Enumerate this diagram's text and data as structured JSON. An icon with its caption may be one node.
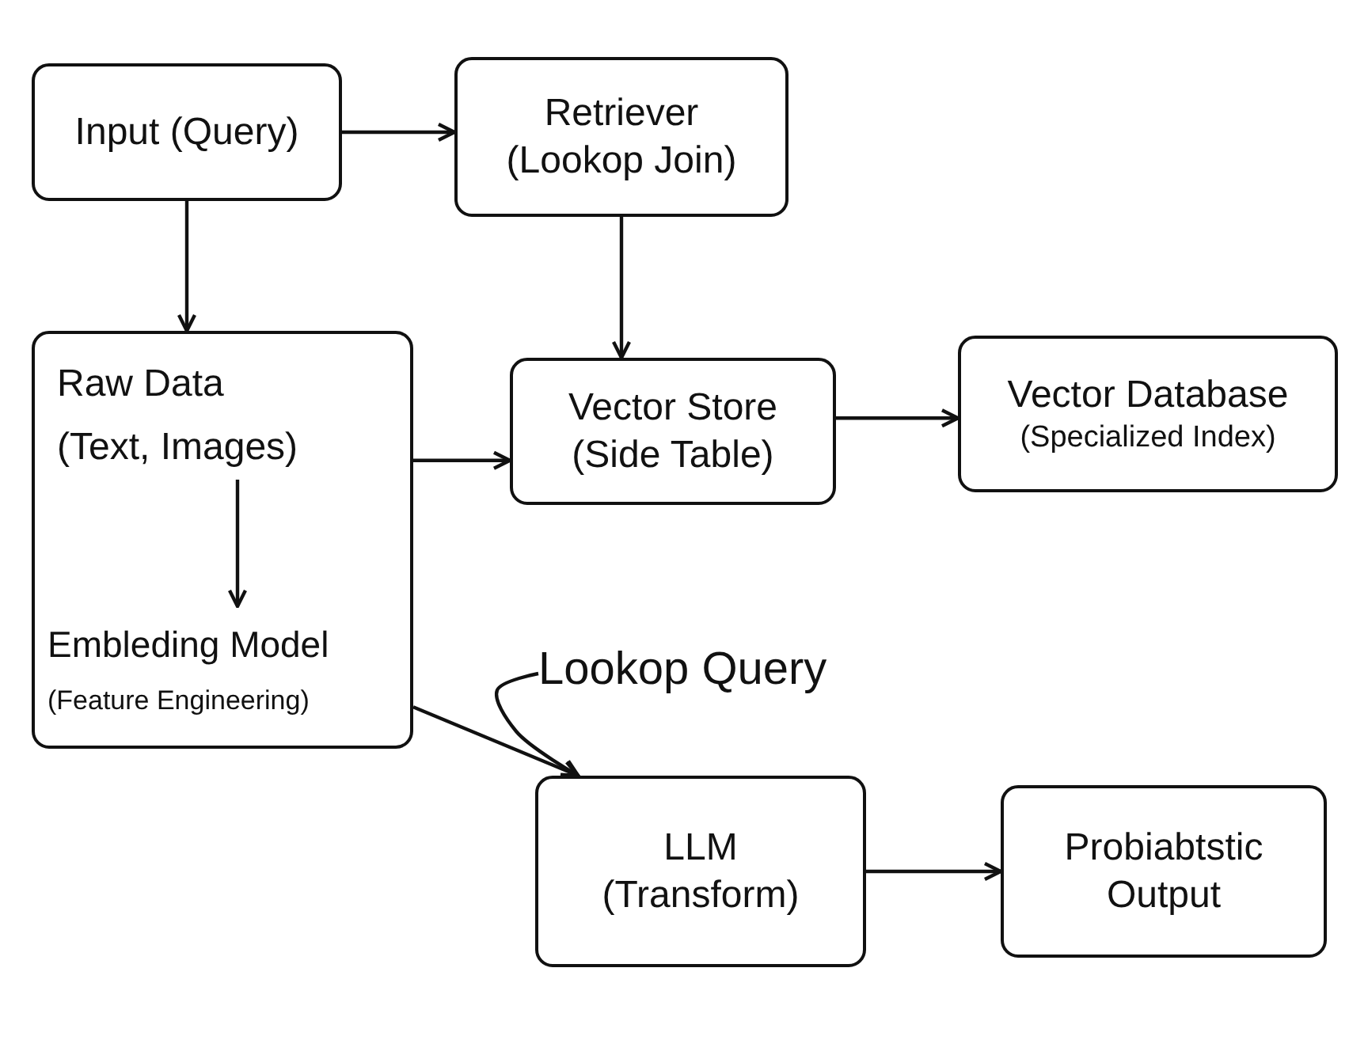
{
  "diagram": {
    "nodes": [
      {
        "text": [
          "Input (Query)"
        ]
      },
      {
        "text": [
          "Retriever",
          "(Lookop Join)"
        ]
      },
      {
        "text": [],
        "shape": "box"
      },
      {
        "text": [
          "Raw Data",
          "(Text, Images)"
        ],
        "in": 2
      },
      {
        "text": [
          "Embleding Model",
          "(Feature Engineering)"
        ],
        "in": 2
      },
      {
        "text": [
          "Vector Store",
          "(Side Table)"
        ]
      },
      {
        "text": [
          "Vector Database",
          "(Specialized Index)"
        ]
      },
      {
        "text": [
          "Lookop Query"
        ]
      },
      {
        "text": [
          "LLM",
          "(Transform)"
        ]
      },
      {
        "text": [
          "Probiabtstic Output"
        ]
      }
    ],
    "edges": [
      {
        "from": 0,
        "to": 1,
        "arrow": "to"
      },
      {
        "from": 0,
        "to": 2,
        "arrow": "to"
      },
      {
        "from": 1,
        "to": 5,
        "arrow": "to"
      },
      {
        "from": 2,
        "to": 5,
        "arrow": "to"
      },
      {
        "from": 5,
        "to": 6,
        "arrow": "to"
      },
      {
        "from": 3,
        "to": 4,
        "arrow": "to"
      },
      {
        "from": 2,
        "to": 8,
        "arrow": "to"
      },
      {
        "from": 7,
        "to": 8,
        "arrow": "to"
      },
      {
        "from": 8,
        "to": 9,
        "arrow": "to"
      }
    ]
  }
}
